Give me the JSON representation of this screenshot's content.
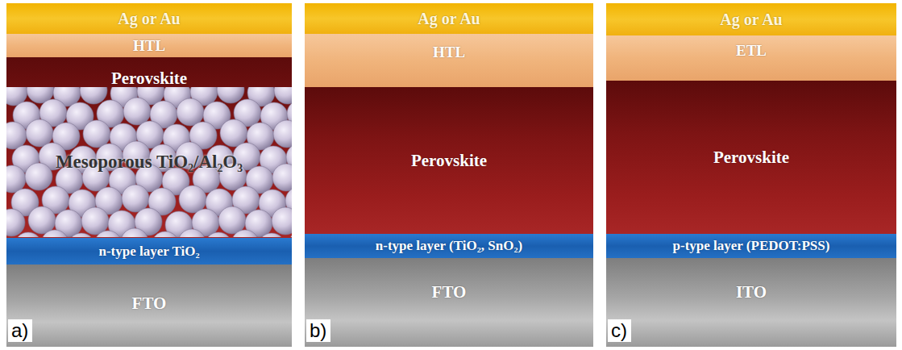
{
  "diagram": {
    "nodes": [
      {
        "text": [
          "Ag or Au"
        ]
      },
      {
        "text": [
          "HTL"
        ]
      },
      {
        "text": [
          "Perovskite"
        ]
      },
      {
        "text": [
          "Mesoporous TiO₂/Al₂O₃"
        ],
        "in": 2
      },
      {
        "text": [
          "n-type layer TiO₂"
        ]
      },
      {
        "text": [
          "FTO"
        ]
      },
      {
        "text": [
          "Ag or Au"
        ]
      },
      {
        "text": [
          "HTL"
        ]
      },
      {
        "text": [
          "Perovskite"
        ]
      },
      {
        "text": [
          "n-type layer (TiO₂, SnO₂)"
        ]
      },
      {
        "text": [
          "FTO"
        ]
      },
      {
        "text": [
          "Ag or Au"
        ]
      },
      {
        "text": [
          "ETL"
        ]
      },
      {
        "text": [
          "Perovskite"
        ]
      },
      {
        "text": [
          "p-type layer (PEDOT:PSS)"
        ]
      },
      {
        "text": [
          "ITO"
        ]
      }
    ],
    "labels": [
      "a)",
      "b)",
      "c)"
    ]
  }
}
